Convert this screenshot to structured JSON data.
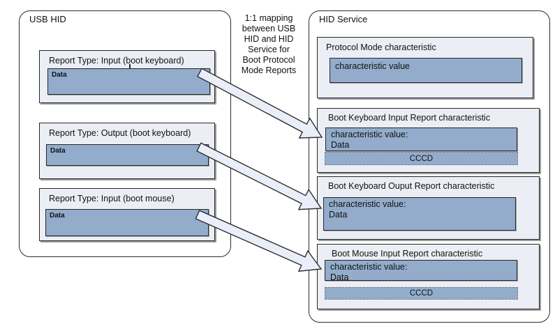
{
  "usb_hid": {
    "title": "USB HID",
    "reports": [
      {
        "title": "Report Type: Input (boot keyboard)",
        "data_label": "Data"
      },
      {
        "title": "Report Type: Output (boot keyboard)",
        "data_label": "Data"
      },
      {
        "title": "Report Type: Input (boot mouse)",
        "data_label": "Data"
      }
    ]
  },
  "mapping_note": "1:1 mapping\nbetween USB\nHID and HID\nService for\nBoot Protocol\nMode Reports",
  "hid_service": {
    "title": "HID Service",
    "protocol_mode": {
      "title": "Protocol Mode characteristic",
      "value_label": "characteristic value"
    },
    "characteristics": [
      {
        "title": "Boot Keyboard Input Report characteristic",
        "value_label": "characteristic value:\nData",
        "cccd_label": "CCCD"
      },
      {
        "title": "Boot Keyboard Ouput Report characteristic",
        "value_label": "characteristic value:\nData"
      },
      {
        "title": "Boot Mouse Input Report characteristic",
        "value_label": "characteristic value:\nData",
        "cccd_label": "CCCD"
      }
    ]
  },
  "colors": {
    "data_fill": "#93accc",
    "panel_fill": "#ebeef4",
    "arrow_fill": "#e9eef9",
    "border": "#262626"
  }
}
